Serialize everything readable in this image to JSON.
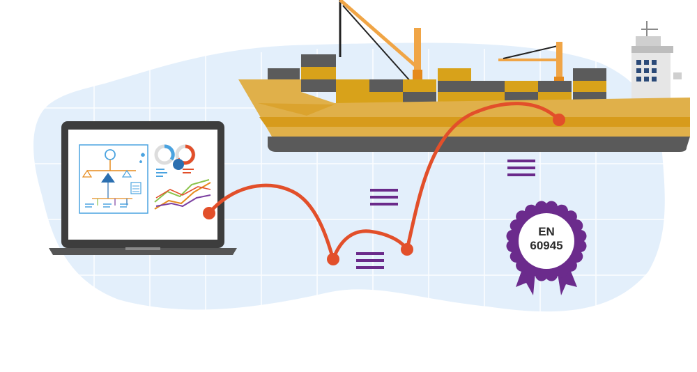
{
  "certificate": {
    "line1": "EN",
    "line2": "60945"
  },
  "icons": [
    "map-blob",
    "laptop-icon",
    "dashboard-screen",
    "container-ship-icon",
    "cargo-containers",
    "crane-icon",
    "bridge-tower-icon",
    "signal-bars-icon",
    "route-path",
    "certification-rosette-icon"
  ],
  "colors": {
    "water": "#e3effb",
    "grid": "#ffffff",
    "hull": "#e0b04a",
    "hull_stripe": "#d79b1c",
    "keel": "#5a5a5a",
    "container_dark": "#5b5b5b",
    "container_gold": "#d8a21a",
    "crane": "#f0a546",
    "crane_mast": "#e58a1c",
    "route": "#e24f2a",
    "signal": "#6a2a8a",
    "rosette": "#6b2b8c",
    "laptop": "#3d3d3d"
  }
}
